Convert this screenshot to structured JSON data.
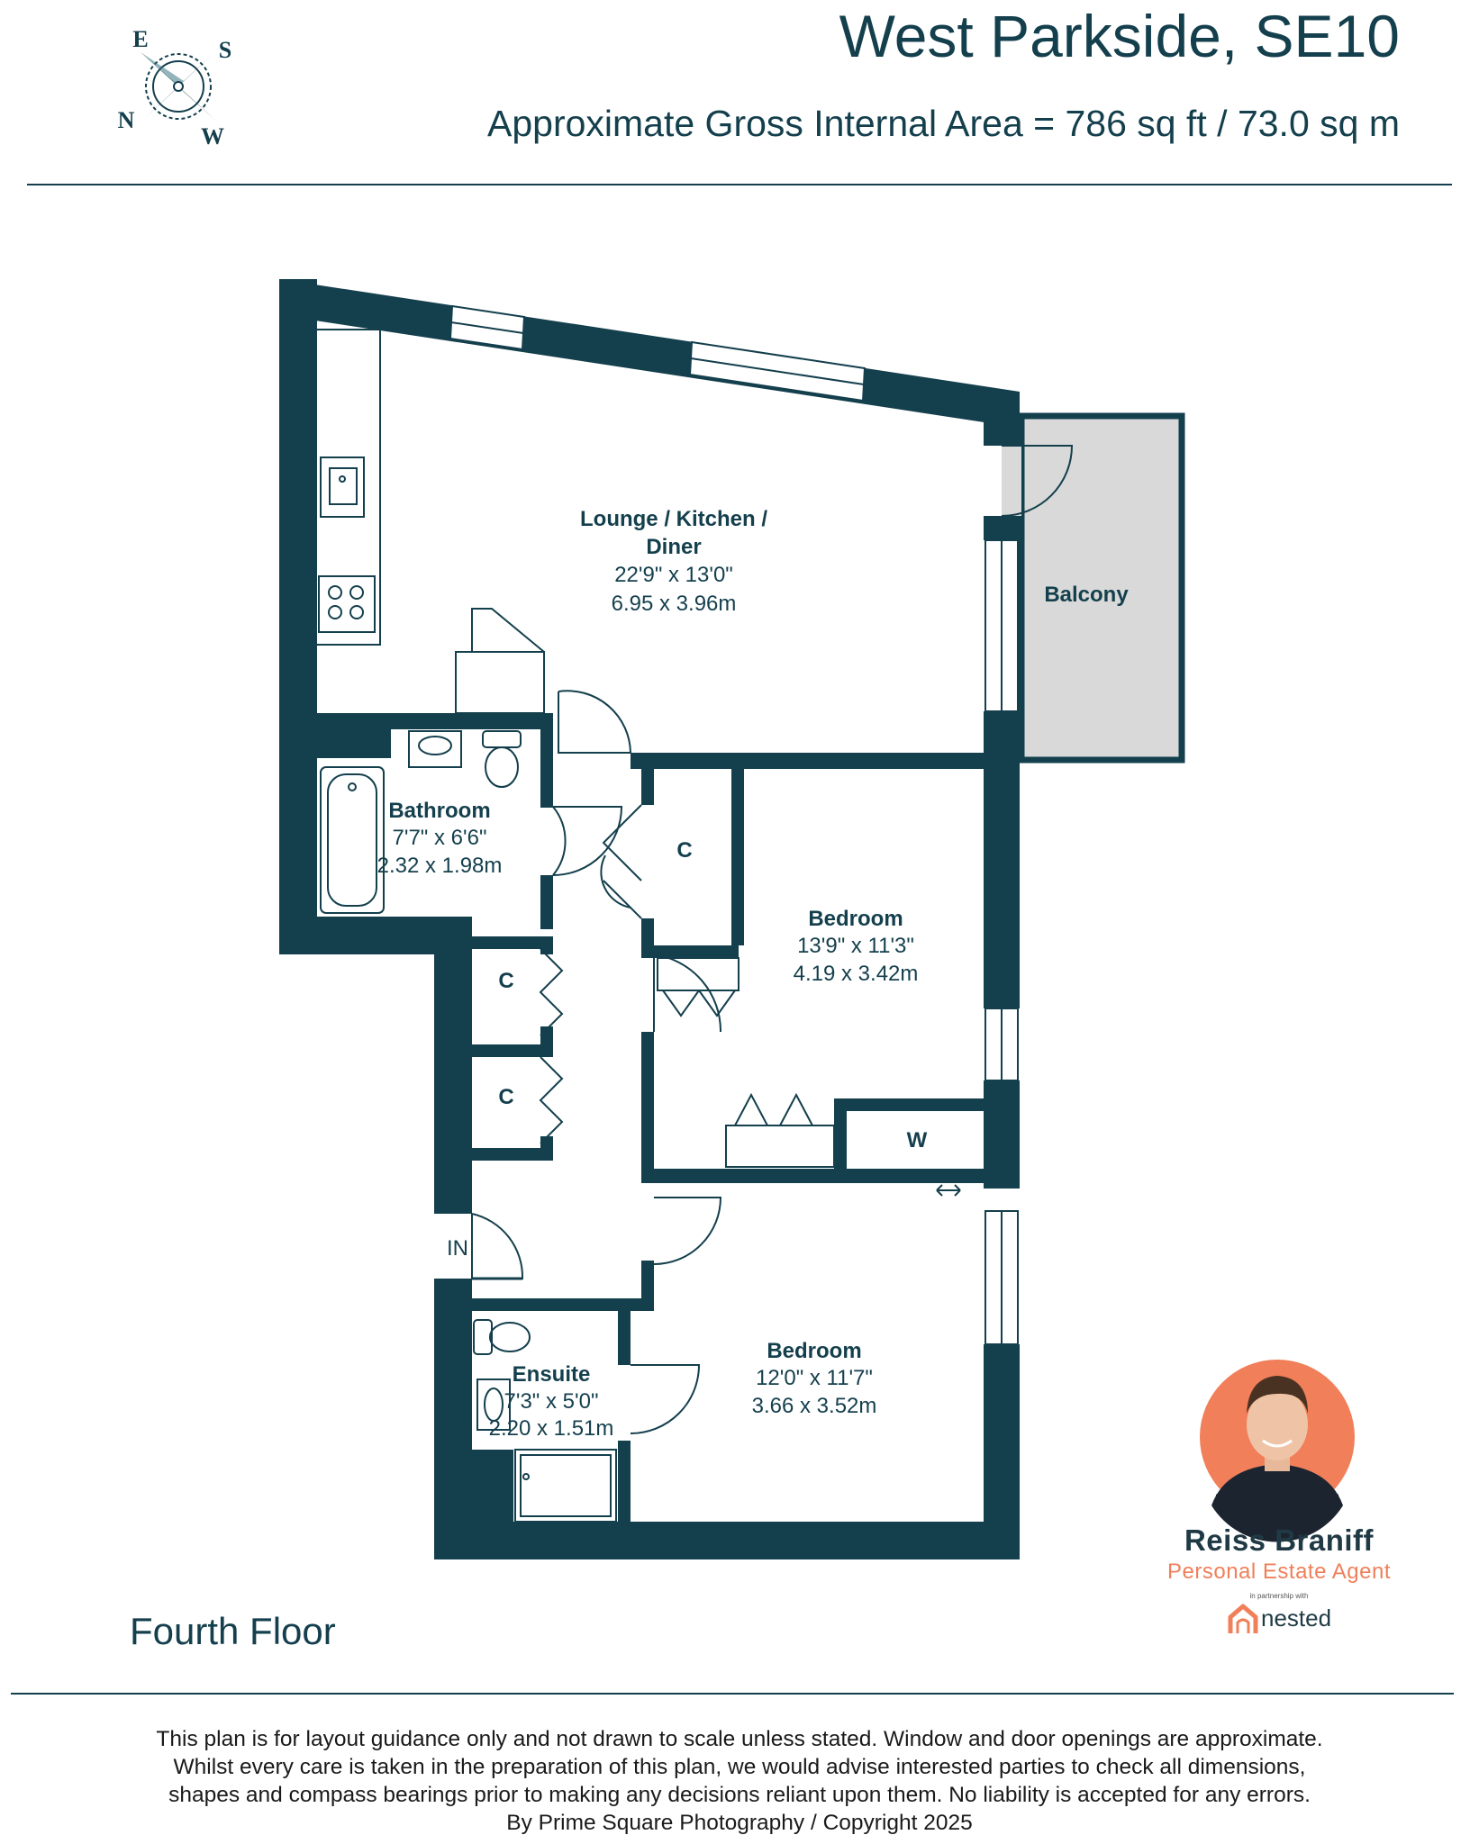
{
  "header": {
    "title": "West Parkside, SE10",
    "area": "Approximate Gross Internal Area = 786 sq ft / 73.0 sq m"
  },
  "compass": {
    "n": "N",
    "e": "E",
    "s": "S",
    "w": "W"
  },
  "rooms": {
    "lounge": {
      "name_line1": "Lounge / Kitchen /",
      "name_line2": "Diner",
      "imperial": "22'9\" x 13'0\"",
      "metric": "6.95 x 3.96m"
    },
    "balcony": {
      "name": "Balcony"
    },
    "bathroom": {
      "name": "Bathroom",
      "imperial": "7'7\" x 6'6\"",
      "metric": "2.32 x 1.98m"
    },
    "bedroom1": {
      "name": "Bedroom",
      "imperial": "13'9\" x 11'3\"",
      "metric": "4.19 x 3.42m"
    },
    "bedroom2": {
      "name": "Bedroom",
      "imperial": "12'0\" x 11'7\"",
      "metric": "3.66 x 3.52m"
    },
    "ensuite": {
      "name": "Ensuite",
      "imperial": "7'3\" x 5'0\"",
      "metric": "2.20 x 1.51m"
    },
    "cupboard_label": "C",
    "wardrobe_label": "W",
    "entrance_label": "IN"
  },
  "floor_label": "Fourth Floor",
  "agent": {
    "name": "Reiss Braniff",
    "role": "Personal Estate Agent",
    "partner_note": "in partnership with",
    "brand": "nested"
  },
  "disclaimer": [
    "This plan is for layout guidance only and not drawn to scale unless stated. Window and door openings are approximate.",
    "Whilst every care is taken in the preparation of this plan, we would advise interested parties to check all dimensions,",
    "shapes and compass bearings prior to making any decisions reliant upon them. No liability is accepted for any errors.",
    "By Prime Square Photography / Copyright 2025"
  ],
  "colors": {
    "wall": "#143f4d",
    "balcony": "#d9d9d9",
    "accent": "#f07f5a",
    "background": "#ffffff"
  }
}
